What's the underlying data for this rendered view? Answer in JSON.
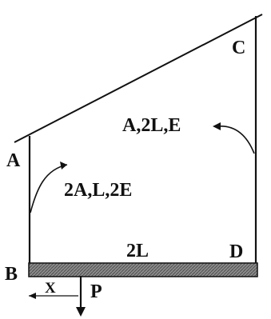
{
  "labels": {
    "point_a": "A",
    "point_b": "B",
    "point_c": "C",
    "point_d": "D",
    "bar_ab_properties": "2A,L,2E",
    "bar_cd_properties": "A,2L,E",
    "beam_length": "2L",
    "distance_x": "X",
    "load_p": "P"
  },
  "colors": {
    "ink": "#111111",
    "beam_fill": "#8a8a8a"
  }
}
